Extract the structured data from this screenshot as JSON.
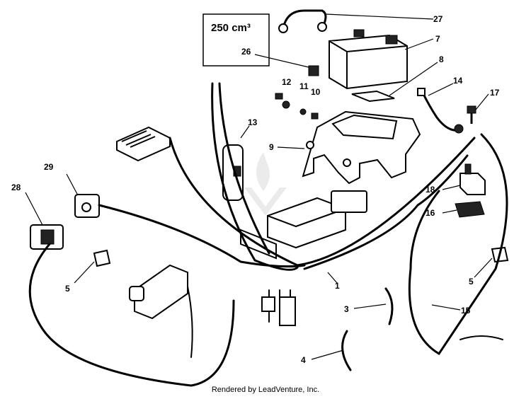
{
  "box_title": "250 cm³",
  "callouts": [
    "27",
    "7",
    "26",
    "8",
    "12",
    "11",
    "10",
    "14",
    "17",
    "13",
    "9",
    "29",
    "28",
    "18",
    "16",
    "5",
    "5",
    "1",
    "3",
    "15",
    "4"
  ],
  "footer": "Rendered by LeadVenture, Inc."
}
